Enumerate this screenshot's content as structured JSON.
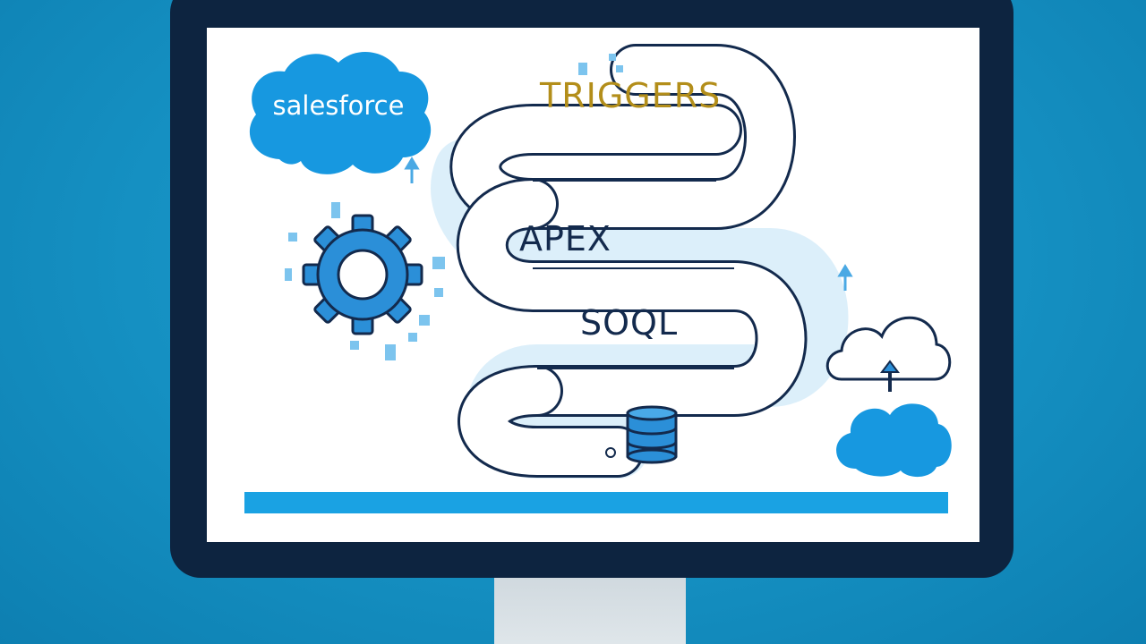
{
  "brand": {
    "name": "salesforce",
    "color": "#1798e0"
  },
  "stages": {
    "triggers": {
      "label": "TRIGGERS",
      "color": "#b38e1a"
    },
    "apex": {
      "label": "APEX",
      "color": "#132a4d"
    },
    "soql": {
      "label": "SOQL",
      "color": "#132a4d"
    }
  },
  "progress": {
    "fraction": 1.0,
    "color": "#1aa2e3"
  },
  "icons": [
    "gear-icon",
    "database-icon",
    "cloud-upload-icon",
    "cloud-icon",
    "salesforce-cloud-logo"
  ],
  "colors": {
    "background": "#1590c2",
    "bezel": "#0d2440",
    "screen": "#ffffff",
    "path_outline": "#132a4d",
    "accent_light": "#bfe1f6"
  }
}
